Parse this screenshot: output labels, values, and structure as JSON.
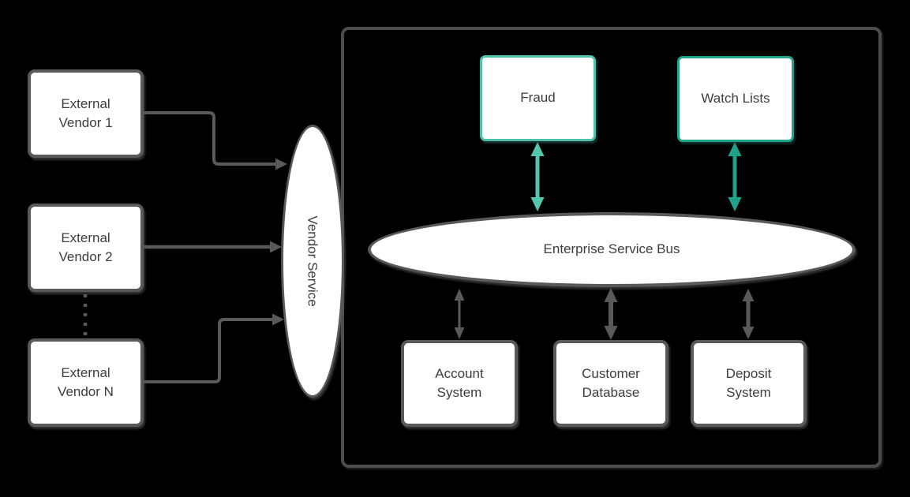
{
  "diagram": {
    "nodes": {
      "external_vendor_1": {
        "label": "External Vendor 1",
        "shape": "rectangle"
      },
      "external_vendor_2": {
        "label": "External Vendor 2",
        "shape": "rectangle"
      },
      "external_vendor_n": {
        "label": "External Vendor N",
        "shape": "rectangle"
      },
      "vendor_service": {
        "label": "Vendor Service",
        "shape": "ellipse",
        "text_rotation_deg": 90
      },
      "fraud": {
        "label": "Fraud",
        "shape": "rectangle",
        "border_color": "#4cc0a9"
      },
      "watch_lists": {
        "label": "Watch Lists",
        "shape": "rectangle",
        "border_color": "#1fa38b"
      },
      "enterprise_service_bus": {
        "label": "Enterprise Service Bus",
        "shape": "ellipse"
      },
      "account_system": {
        "label": "Account System",
        "shape": "rectangle"
      },
      "customer_database": {
        "label": "Customer Database",
        "shape": "rectangle"
      },
      "deposit_system": {
        "label": "Deposit System",
        "shape": "rectangle"
      }
    },
    "edges": [
      {
        "from": "external_vendor_1",
        "to": "vendor_service",
        "style": "elbow",
        "arrow": "single"
      },
      {
        "from": "external_vendor_2",
        "to": "vendor_service",
        "style": "straight",
        "arrow": "single"
      },
      {
        "from": "external_vendor_2",
        "to": "external_vendor_n",
        "style": "dotted",
        "arrow": "none"
      },
      {
        "from": "external_vendor_n",
        "to": "vendor_service",
        "style": "elbow",
        "arrow": "single"
      },
      {
        "from": "fraud",
        "to": "enterprise_service_bus",
        "style": "straight",
        "arrow": "double",
        "color": "#56c5ad"
      },
      {
        "from": "watch_lists",
        "to": "enterprise_service_bus",
        "style": "straight",
        "arrow": "double",
        "color": "#1ea28b"
      },
      {
        "from": "enterprise_service_bus",
        "to": "account_system",
        "style": "straight",
        "arrow": "double",
        "color": "#595959"
      },
      {
        "from": "enterprise_service_bus",
        "to": "customer_database",
        "style": "straight",
        "arrow": "double",
        "color": "#595959"
      },
      {
        "from": "enterprise_service_bus",
        "to": "deposit_system",
        "style": "straight",
        "arrow": "double",
        "color": "#595959"
      }
    ],
    "colors": {
      "background": "#000000",
      "node_fill": "#ffffff",
      "node_border": "#58595b",
      "container_border": "#4c4c4e",
      "text": "#3d3d3d",
      "teal_light": "#4cc0a9",
      "teal_dark": "#1fa38b",
      "connector_gray": "#595959"
    }
  }
}
